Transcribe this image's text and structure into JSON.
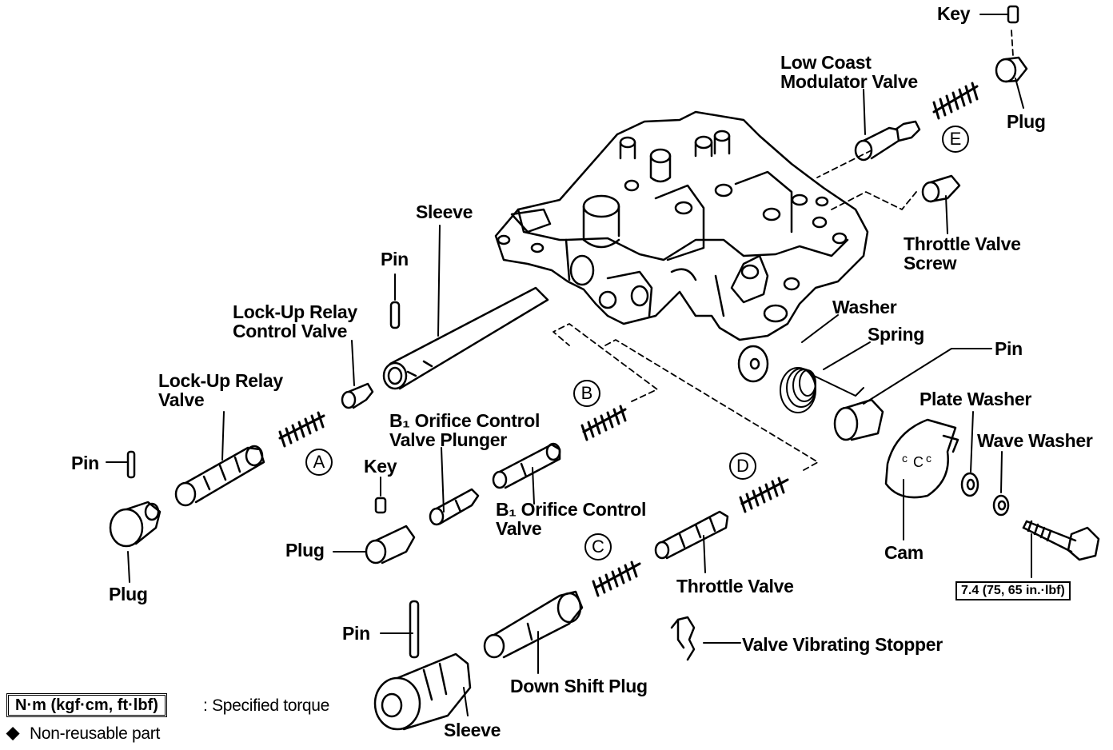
{
  "labels": {
    "key_top": "Key",
    "plug_top": "Plug",
    "low_coast_1": "Low Coast",
    "low_coast_2": "Modulator Valve",
    "throttle_screw_1": "Throttle Valve",
    "throttle_screw_2": "Screw",
    "sleeve_top": "Sleeve",
    "pin_top": "Pin",
    "lockup_relay_ctrl_1": "Lock-Up Relay",
    "lockup_relay_ctrl_2": "Control Valve",
    "lockup_relay_1": "Lock-Up Relay",
    "lockup_relay_2": "Valve",
    "washer": "Washer",
    "spring": "Spring",
    "pin_right": "Pin",
    "plate_washer": "Plate Washer",
    "wave_washer": "Wave Washer",
    "b1_plunger_1": "B₁ Orifice Control",
    "b1_plunger_2": "Valve Plunger",
    "key_mid": "Key",
    "pin_left": "Pin",
    "plug_mid": "Plug",
    "b1_valve_1": "B₁ Orifice Control",
    "b1_valve_2": "Valve",
    "plug_left": "Plug",
    "cam": "Cam",
    "throttle_valve": "Throttle Valve",
    "valve_vibrating_stopper": "Valve Vibrating Stopper",
    "pin_bottom": "Pin",
    "down_shift_plug": "Down Shift Plug",
    "sleeve_bottom": "Sleeve"
  },
  "markers": {
    "a": "A",
    "b": "B",
    "c": "C",
    "d": "D",
    "e": "E"
  },
  "torque_spec": "7.4 (75, 65 in.·lbf)",
  "legend": {
    "unit_box": "N·m (kgf·cm, ft·lbf)",
    "unit_desc": ": Specified torque",
    "non_reusable_symbol": "◆",
    "non_reusable_desc": "Non-reusable part"
  }
}
